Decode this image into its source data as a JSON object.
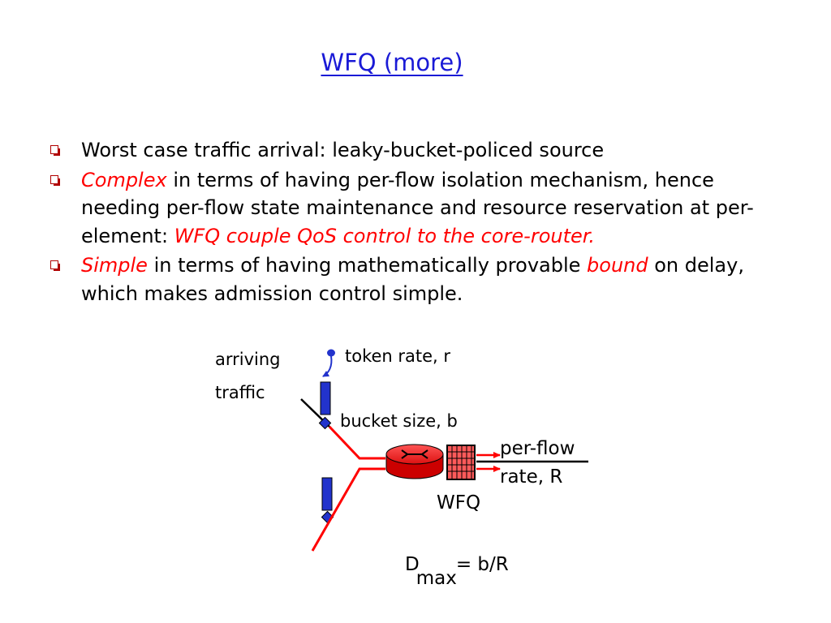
{
  "slide": {
    "title": "WFQ (more)"
  },
  "bullets": [
    {
      "parts": [
        {
          "text": "Worst case traffic arrival: leaky-bucket-policed source",
          "emph": false
        }
      ]
    },
    {
      "parts": [
        {
          "text": "Complex",
          "emph": true
        },
        {
          "text": " in terms of having per-flow isolation mechanism, hence needing per-flow state maintenance and resource reservation at per-element: ",
          "emph": false
        },
        {
          "text": "WFQ couple QoS control to the core-router.",
          "emph": true
        }
      ]
    },
    {
      "parts": [
        {
          "text": "Simple",
          "emph": true
        },
        {
          "text": " in terms of having mathematically provable ",
          "emph": false
        },
        {
          "text": "bound",
          "emph": true
        },
        {
          "text": " on delay, which makes admission control simple.",
          "emph": false
        }
      ]
    }
  ],
  "diagram": {
    "arriving_label": "arriving",
    "traffic_label": "traffic",
    "token_rate_label": "token rate, r",
    "bucket_size_label": "bucket size, b",
    "per_flow_label": "per-flow",
    "rate_label": "rate, R",
    "wfq_label": "WFQ",
    "formula": {
      "d": "D",
      "sub": "max",
      "rest": "= b/R"
    }
  },
  "colors": {
    "title": "#1a1ad6",
    "emphasis": "#ff0000",
    "bullet_marker": "#b00000",
    "bucket_fill": "#2233cc",
    "router_fill": "#ee1111",
    "link": "#ff0000"
  }
}
